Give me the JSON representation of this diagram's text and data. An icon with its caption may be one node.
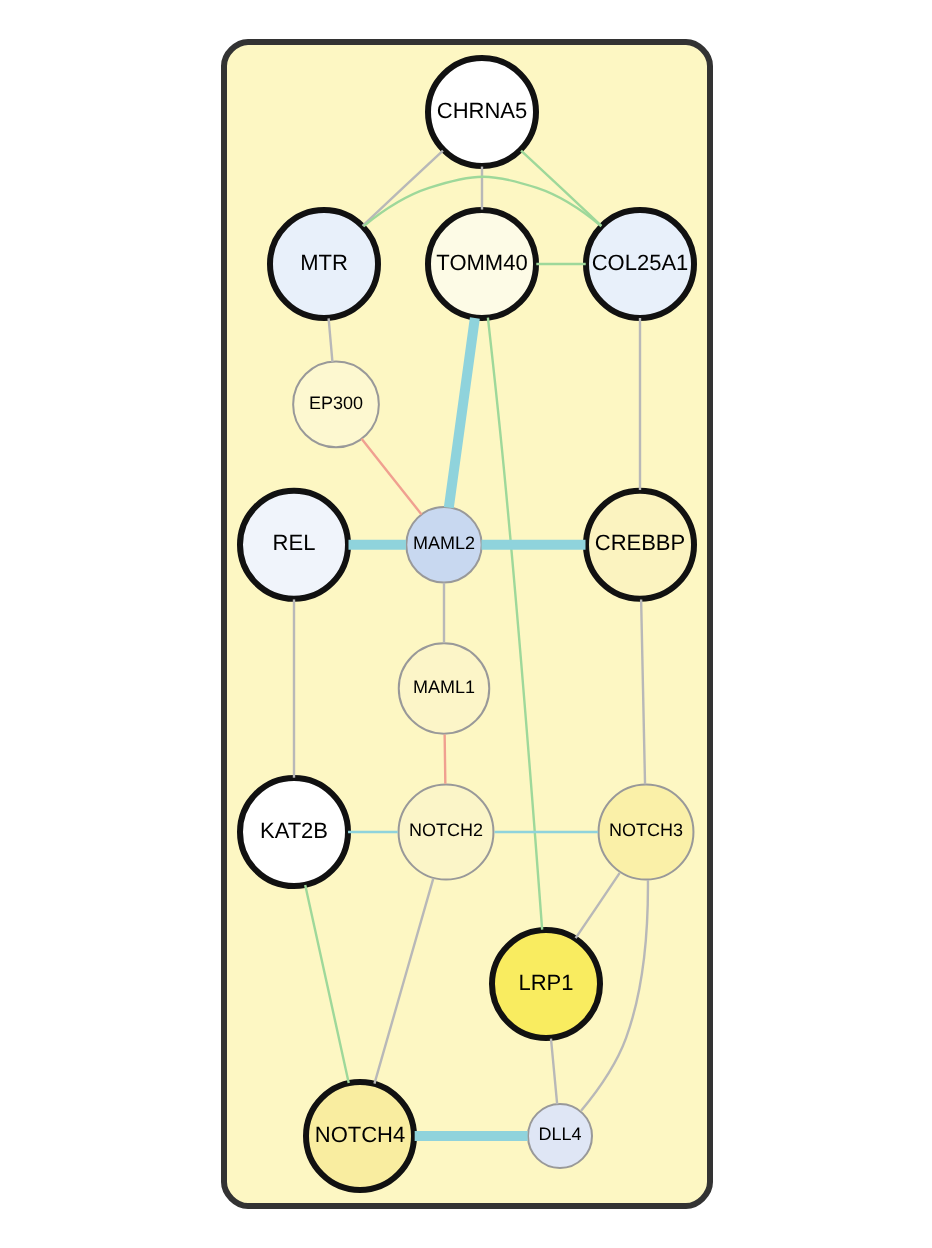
{
  "diagram": {
    "nodes": [
      {
        "text": [],
        "shape": "ellipse"
      },
      {
        "text": [
          "CHRNA5"
        ],
        "in": 0
      },
      {
        "text": [
          "TOMM40"
        ],
        "in": 0
      },
      {
        "text": [
          "COL25A1"
        ],
        "in": 0
      },
      {
        "text": [
          "MTR"
        ],
        "in": 0
      },
      {
        "text": [
          "EP300"
        ],
        "in": 0
      },
      {
        "text": [
          "CREBBP"
        ],
        "in": 0
      },
      {
        "text": [
          "MAML2"
        ],
        "in": 0
      },
      {
        "text": [
          "REL"
        ],
        "in": 0
      },
      {
        "text": [
          "MAML1"
        ],
        "in": 0
      },
      {
        "text": [
          "NOTCH3"
        ],
        "in": 0
      },
      {
        "text": [
          "NOTCH2"
        ],
        "in": 0
      },
      {
        "text": [
          "KAT2B"
        ],
        "in": 0
      },
      {
        "text": [
          "LRP1"
        ],
        "in": 0
      },
      {
        "text": [
          "DLL4"
        ],
        "in": 0
      },
      {
        "text": [
          "NOTCH4"
        ],
        "in": 0
      }
    ],
    "edges": [
      {
        "from": 1,
        "to": 2,
        "arrow": "none"
      },
      {
        "from": 1,
        "to": 3,
        "arrow": "none",
        "color": "#9ed89a"
      },
      {
        "from": 1,
        "to": 4,
        "arrow": "none"
      },
      {
        "from": 2,
        "to": 3,
        "arrow": "none",
        "color": "#9ed89a"
      },
      {
        "from": 2,
        "to": 13,
        "arrow": "none",
        "color": "#9ed89a"
      },
      {
        "from": 2,
        "to": 7,
        "arrow": "none",
        "style": "thick",
        "color": "#8fd3dc"
      },
      {
        "from": 3,
        "to": 4,
        "arrow": "none",
        "color": "#9ed89a"
      },
      {
        "from": 3,
        "to": 6,
        "arrow": "none"
      },
      {
        "from": 4,
        "to": 5,
        "arrow": "none"
      },
      {
        "from": 5,
        "to": 7,
        "arrow": "none",
        "color": "#f0a090"
      },
      {
        "from": 6,
        "to": 7,
        "arrow": "none",
        "style": "thick",
        "color": "#8fd3dc"
      },
      {
        "from": 7,
        "to": 8,
        "arrow": "none",
        "style": "thick",
        "color": "#8fd3dc"
      },
      {
        "from": 7,
        "to": 9,
        "arrow": "none"
      },
      {
        "from": 6,
        "to": 10,
        "arrow": "none"
      },
      {
        "from": 9,
        "to": 11,
        "arrow": "none",
        "color": "#f0a090"
      },
      {
        "from": 8,
        "to": 12,
        "arrow": "none"
      },
      {
        "from": 10,
        "to": 11,
        "arrow": "none",
        "color": "#8fd3dc"
      },
      {
        "from": 11,
        "to": 12,
        "arrow": "none",
        "color": "#8fd3dc"
      },
      {
        "from": 10,
        "to": 13,
        "arrow": "none"
      },
      {
        "from": 13,
        "to": 14,
        "arrow": "none"
      },
      {
        "from": 10,
        "to": 14,
        "arrow": "none"
      },
      {
        "from": 14,
        "to": 15,
        "arrow": "none",
        "style": "thick",
        "color": "#8fd3dc"
      },
      {
        "from": 11,
        "to": 15,
        "arrow": "none"
      },
      {
        "from": 12,
        "to": 15,
        "arrow": "none",
        "color": "#9ed89a"
      }
    ]
  }
}
